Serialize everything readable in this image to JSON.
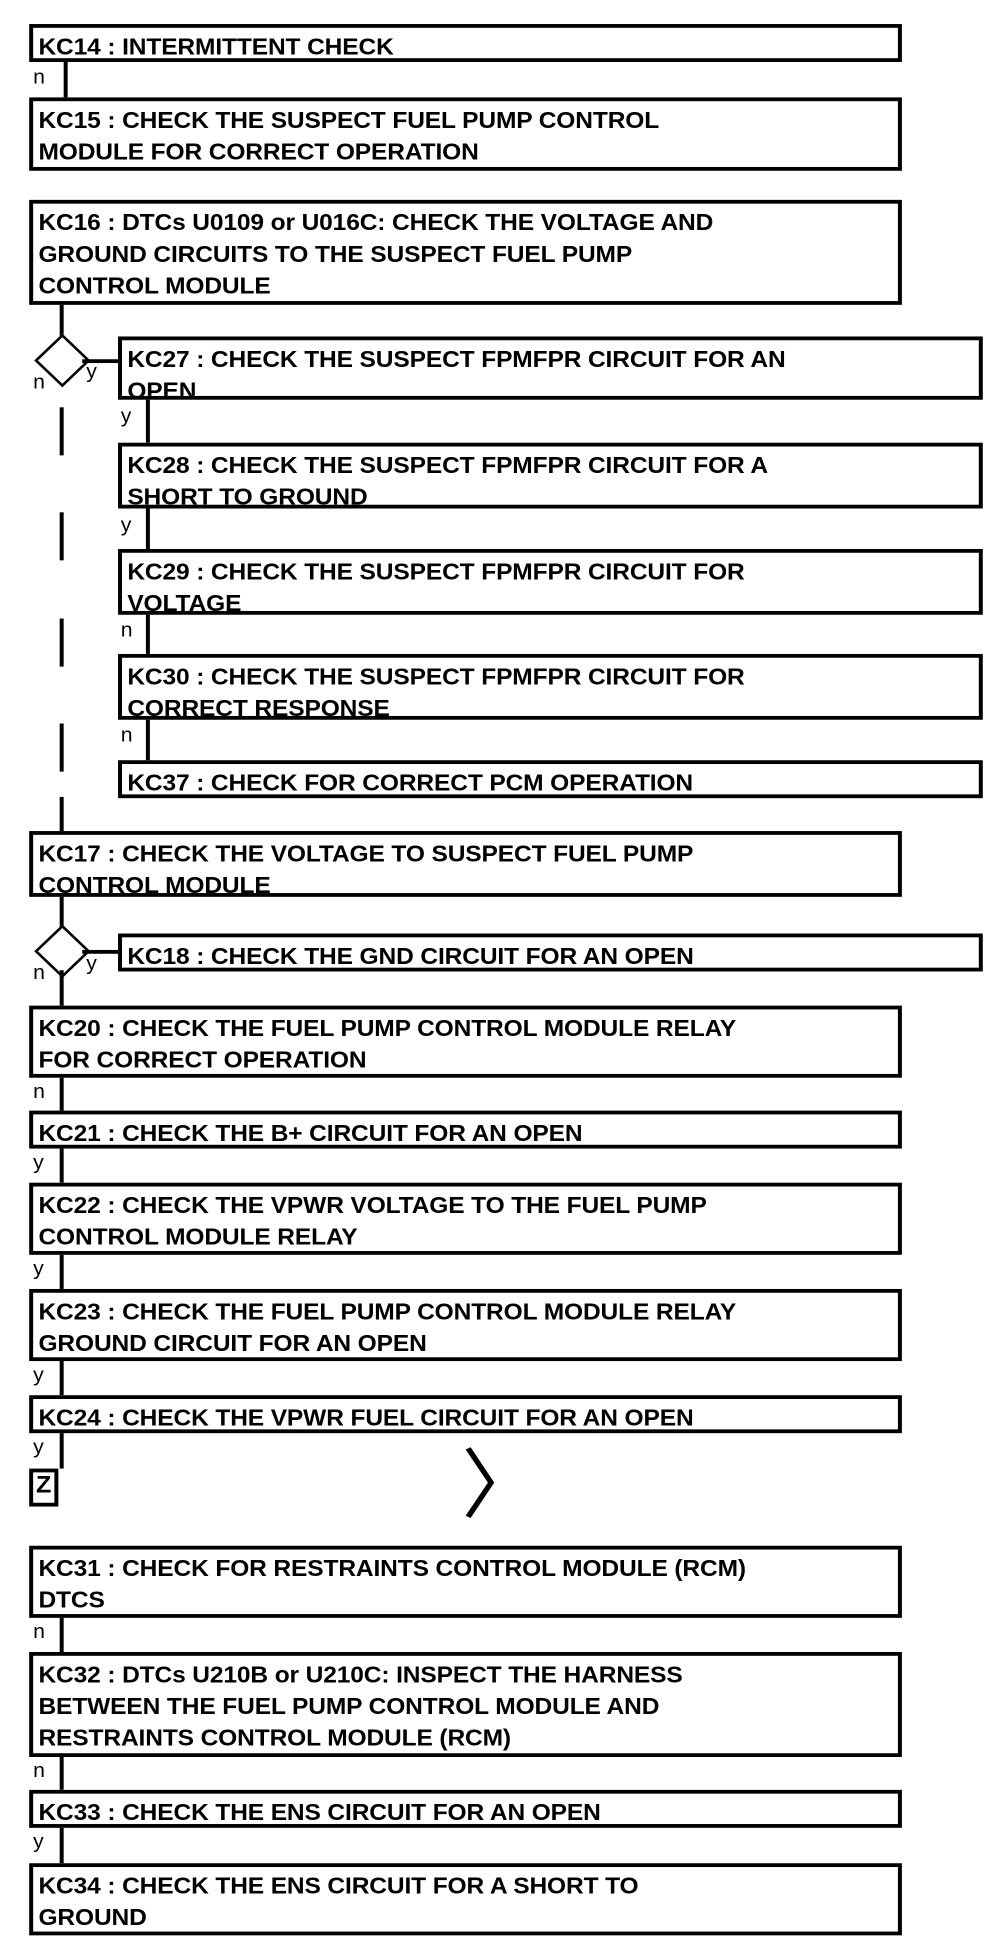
{
  "diagram": {
    "title": "Fuel Pump Control Module Diagnostic Flowchart",
    "type": "flowchart",
    "nodes": [
      {
        "id": "KC14",
        "label": "KC14 : INTERMITTENT CHECK"
      },
      {
        "id": "KC15",
        "label": "KC15 : CHECK THE SUSPECT FUEL PUMP CONTROL\nMODULE FOR CORRECT OPERATION"
      },
      {
        "id": "KC16",
        "label": "KC16 : DTCs U0109 or U016C: CHECK THE VOLTAGE AND\nGROUND CIRCUITS TO THE SUSPECT FUEL PUMP\nCONTROL MODULE"
      },
      {
        "id": "KC27",
        "label": "KC27 : CHECK THE SUSPECT FPMFPR CIRCUIT FOR AN\nOPEN"
      },
      {
        "id": "KC28",
        "label": "KC28 : CHECK THE SUSPECT FPMFPR CIRCUIT FOR A\nSHORT TO GROUND"
      },
      {
        "id": "KC29",
        "label": "KC29 : CHECK THE SUSPECT FPMFPR CIRCUIT FOR\nVOLTAGE"
      },
      {
        "id": "KC30",
        "label": "KC30 : CHECK THE SUSPECT FPMFPR CIRCUIT FOR\nCORRECT RESPONSE"
      },
      {
        "id": "KC37",
        "label": "KC37 : CHECK FOR CORRECT PCM OPERATION"
      },
      {
        "id": "KC17",
        "label": "KC17 : CHECK THE VOLTAGE TO SUSPECT FUEL PUMP\nCONTROL MODULE"
      },
      {
        "id": "KC18",
        "label": "KC18 : CHECK THE GND CIRCUIT FOR AN OPEN"
      },
      {
        "id": "KC20",
        "label": "KC20 : CHECK THE FUEL PUMP CONTROL MODULE RELAY\nFOR CORRECT OPERATION"
      },
      {
        "id": "KC21",
        "label": "KC21 : CHECK THE B+ CIRCUIT FOR AN OPEN"
      },
      {
        "id": "KC22",
        "label": "KC22 : CHECK THE VPWR VOLTAGE TO THE FUEL PUMP\nCONTROL MODULE RELAY"
      },
      {
        "id": "KC23",
        "label": "KC23 : CHECK THE FUEL PUMP CONTROL MODULE RELAY\nGROUND CIRCUIT FOR AN OPEN"
      },
      {
        "id": "KC24",
        "label": "KC24 : CHECK THE VPWR FUEL CIRCUIT FOR AN OPEN"
      },
      {
        "id": "KC31",
        "label": "KC31 : CHECK FOR RESTRAINTS CONTROL MODULE (RCM)\nDTCS"
      },
      {
        "id": "KC32",
        "label": "KC32 : DTCs U210B or U210C: INSPECT THE HARNESS\nBETWEEN THE FUEL PUMP CONTROL MODULE AND\nRESTRAINTS CONTROL MODULE (RCM)"
      },
      {
        "id": "KC33",
        "label": "KC33 : CHECK THE ENS CIRCUIT FOR AN OPEN"
      },
      {
        "id": "KC34",
        "label": "KC34 : CHECK THE ENS CIRCUIT FOR A SHORT TO\nGROUND"
      }
    ],
    "connector": {
      "id": "Z",
      "label": "Z"
    },
    "branch_labels": {
      "kc14_to_kc15": "n",
      "kc16_decision_no": "n",
      "kc16_decision_yes": "y",
      "kc27_to_kc28": "y",
      "kc28_to_kc29": "y",
      "kc29_to_kc30": "n",
      "kc30_to_kc37": "n",
      "kc18_decision_no": "n",
      "kc18_decision_yes": "y",
      "kc20_to_kc21": "n",
      "kc21_to_kc22": "y",
      "kc22_to_kc23": "y",
      "kc23_to_kc24": "y",
      "kc24_to_z": "y",
      "kc31_to_kc32": "n",
      "kc32_to_kc33": "n",
      "kc33_to_kc34": "y"
    },
    "glyphs": {
      "continuation_chevron": "〉"
    },
    "colors": {
      "stroke": "#000000",
      "fill": "#ffffff"
    }
  }
}
